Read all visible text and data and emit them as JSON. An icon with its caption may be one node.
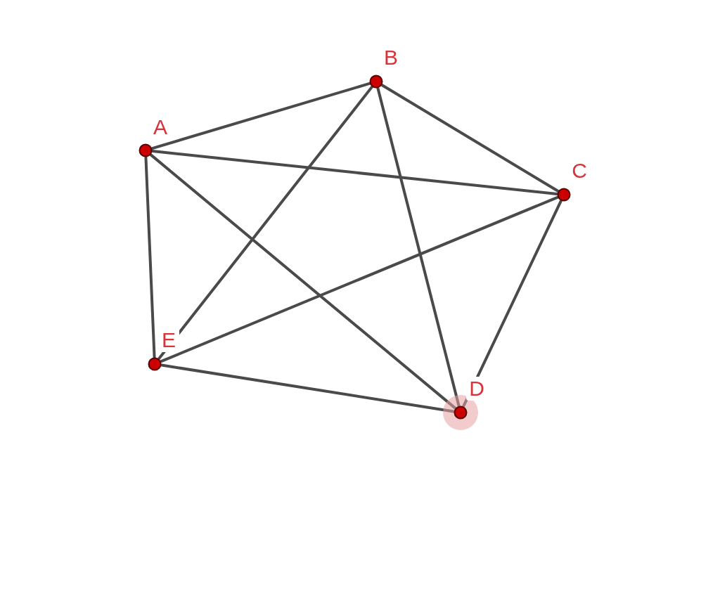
{
  "diagram": {
    "nodes": [
      {
        "text": [
          "A"
        ]
      },
      {
        "text": [
          "B"
        ]
      },
      {
        "text": [
          "C"
        ]
      },
      {
        "text": [
          "D"
        ]
      },
      {
        "text": [
          "E"
        ]
      }
    ],
    "edges": [
      {
        "from": 0,
        "to": 1,
        "arrow": "none"
      },
      {
        "from": 0,
        "to": 2,
        "arrow": "none"
      },
      {
        "from": 0,
        "to": 3,
        "arrow": "none"
      },
      {
        "from": 0,
        "to": 4,
        "arrow": "none"
      },
      {
        "from": 1,
        "to": 2,
        "arrow": "none"
      },
      {
        "from": 1,
        "to": 3,
        "arrow": "none"
      },
      {
        "from": 1,
        "to": 4,
        "arrow": "none"
      },
      {
        "from": 2,
        "to": 3,
        "arrow": "none"
      },
      {
        "from": 2,
        "to": 4,
        "arrow": "none"
      },
      {
        "from": 3,
        "to": 4,
        "arrow": "none"
      }
    ]
  }
}
